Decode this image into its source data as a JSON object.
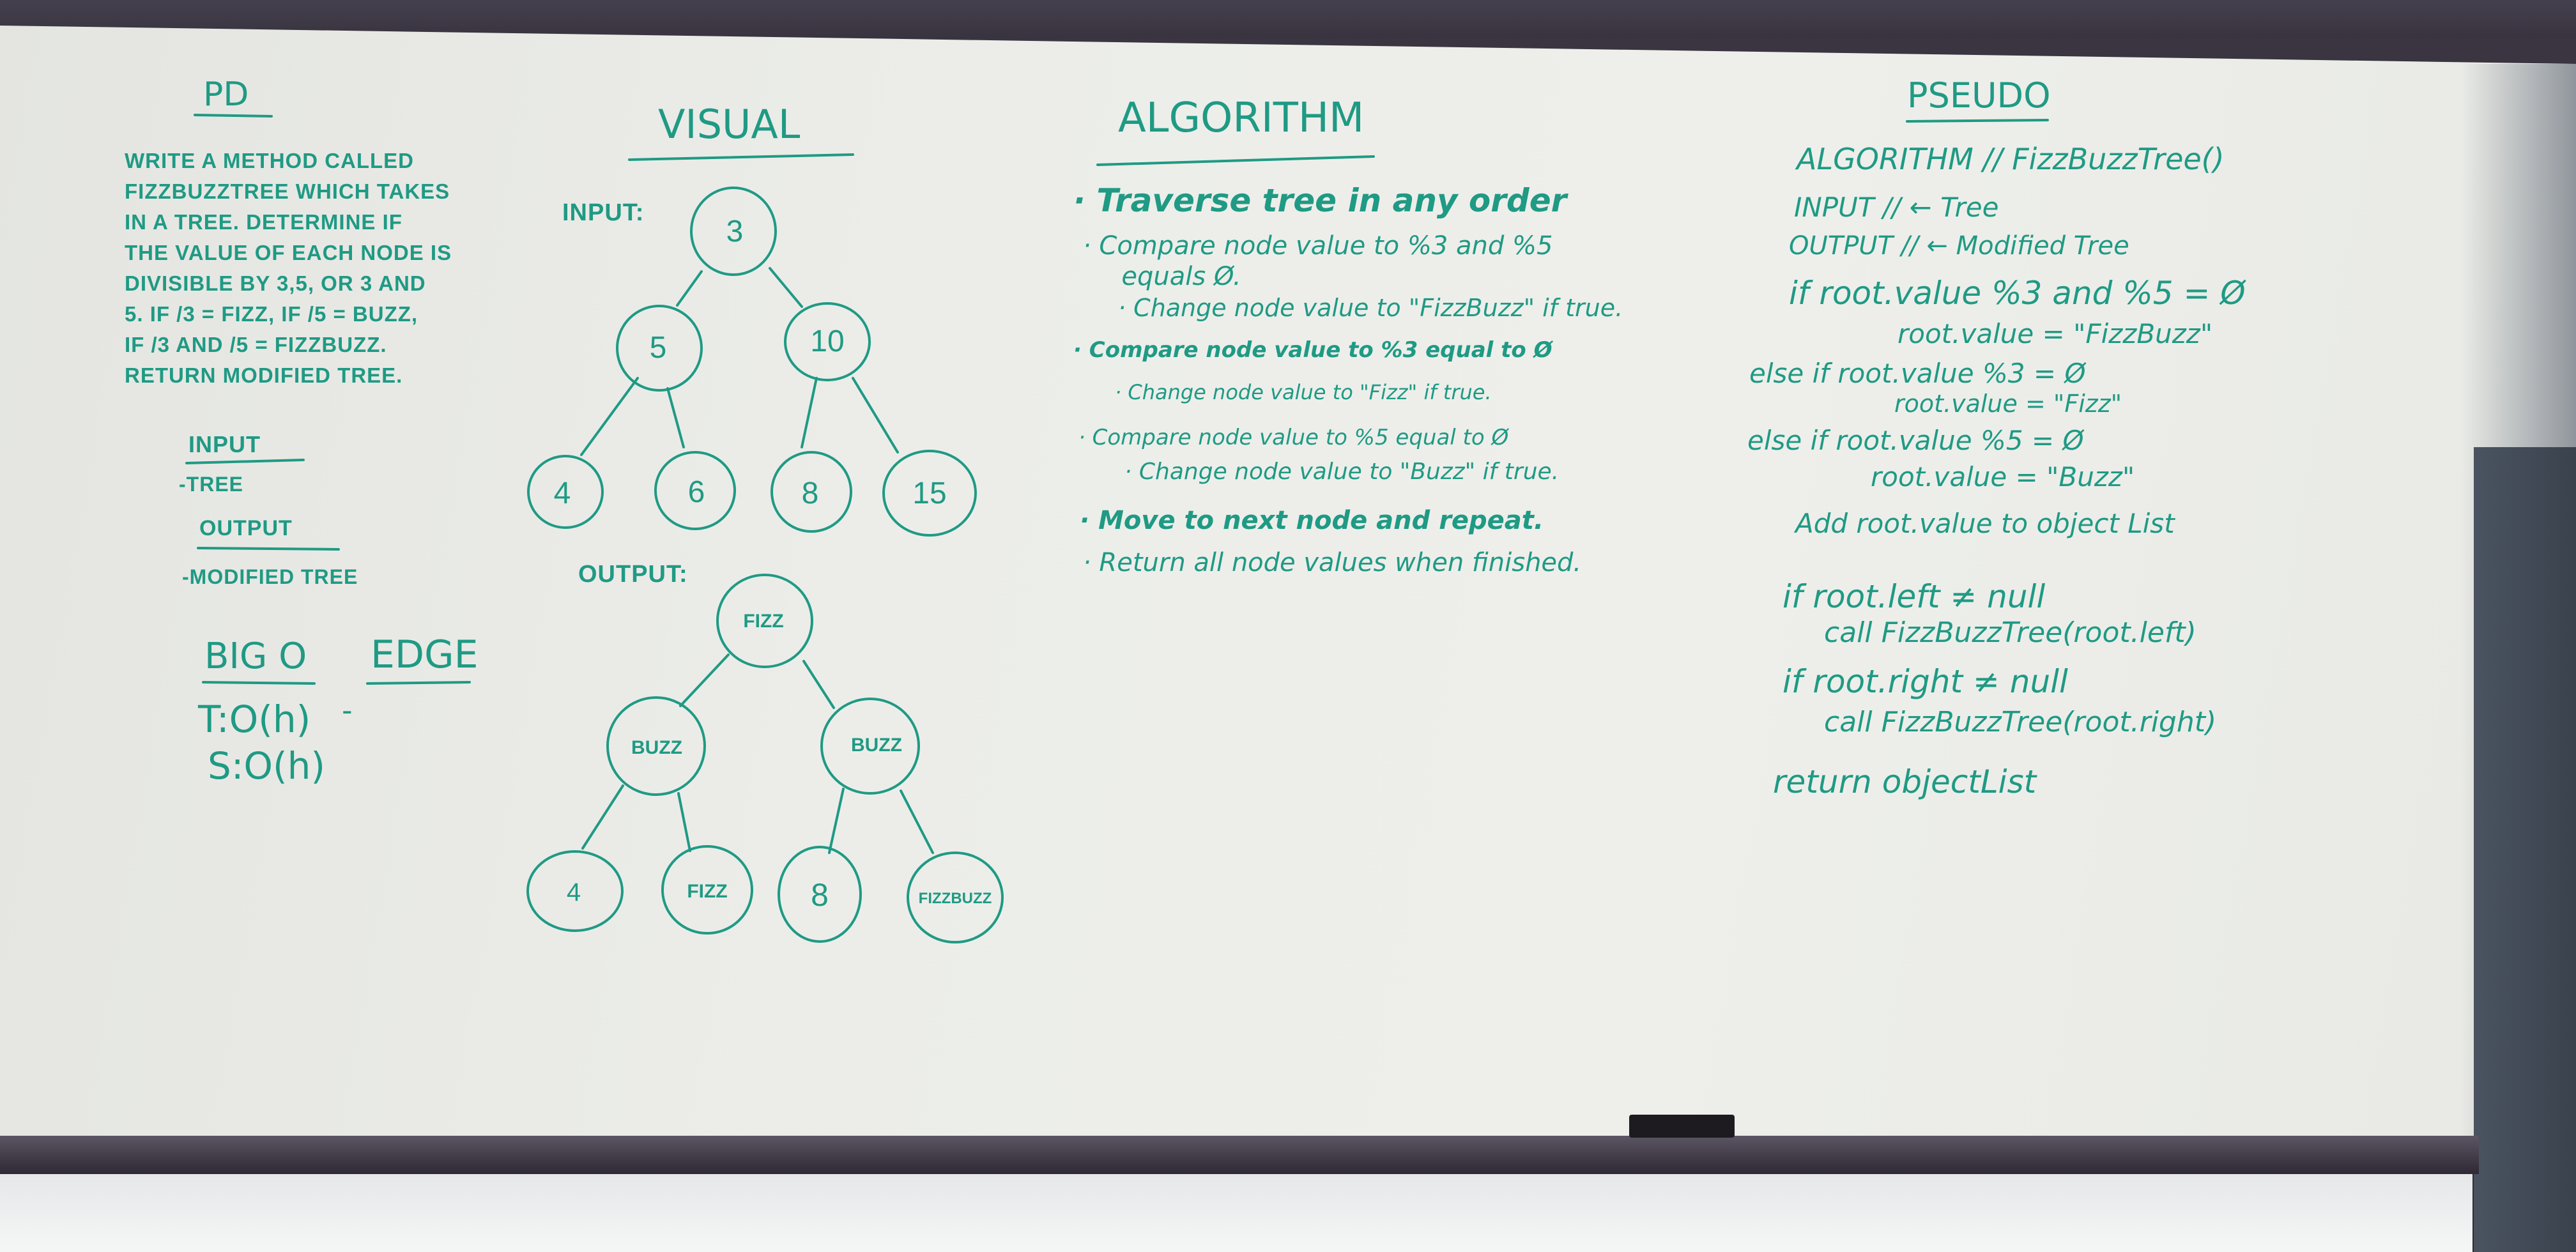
{
  "pd": {
    "heading": "PD",
    "problem_lines": [
      "WRITE A METHOD CALLED",
      "FIZZBUZZTREE WHICH TAKES",
      "IN A TREE. DETERMINE IF",
      "THE VALUE OF EACH NODE IS",
      "DIVISIBLE BY 3,5, OR 3 AND",
      "5. IF /3 = FIZZ, IF /5 = BUZZ,",
      "IF /3 AND /5 = FIZZBUZZ.",
      "RETURN MODIFIED TREE."
    ],
    "input_heading": "INPUT",
    "input_value": "-TREE",
    "output_heading": "OUTPUT",
    "output_value": "-MODIFIED TREE",
    "bigo_heading": "BIG O",
    "edge_heading": "EDGE",
    "time": "T:O(h)",
    "space": "S:O(h)",
    "edge_value": "-"
  },
  "visual": {
    "heading": "VISUAL",
    "input_label": "INPUT:",
    "output_label": "OUTPUT:",
    "input_tree": [
      "3",
      "5",
      "10",
      "4",
      "6",
      "8",
      "15"
    ],
    "output_tree": [
      "FIZZ",
      "BUZZ",
      "BUZZ",
      "4",
      "FIZZ",
      "8",
      "FIZZBUZZ"
    ]
  },
  "algorithm": {
    "heading": "ALGORITHM",
    "steps": [
      "· Traverse tree in any order",
      "· Compare node value to %3 and %5",
      "  equals Ø.",
      "· Change node value to \"FizzBuzz\" if true.",
      "· Compare node value to %3 equal to Ø",
      "· Change node value to \"Fizz\" if true.",
      "· Compare node value to %5 equal to Ø",
      "· Change node value to \"Buzz\" if true.",
      "· Move to next node and repeat.",
      "· Return all node values when finished."
    ]
  },
  "pseudo": {
    "heading": "PSEUDO",
    "lines": [
      "ALGORITHM // FizzBuzzTree()",
      "INPUT // ← Tree",
      "OUTPUT // ← Modified Tree",
      "if root.value %3 and %5 = Ø",
      "root.value = \"FizzBuzz\"",
      "else if root.value %3 = Ø",
      "root.value = \"Fizz\"",
      "else if root.value %5 = Ø",
      "root.value = \"Buzz\"",
      "Add root.value to object List",
      "if root.left ≠ null",
      "call FizzBuzzTree(root.left)",
      "if root.right ≠ null",
      "call FizzBuzzTree(root.right)",
      "return objectList"
    ]
  }
}
